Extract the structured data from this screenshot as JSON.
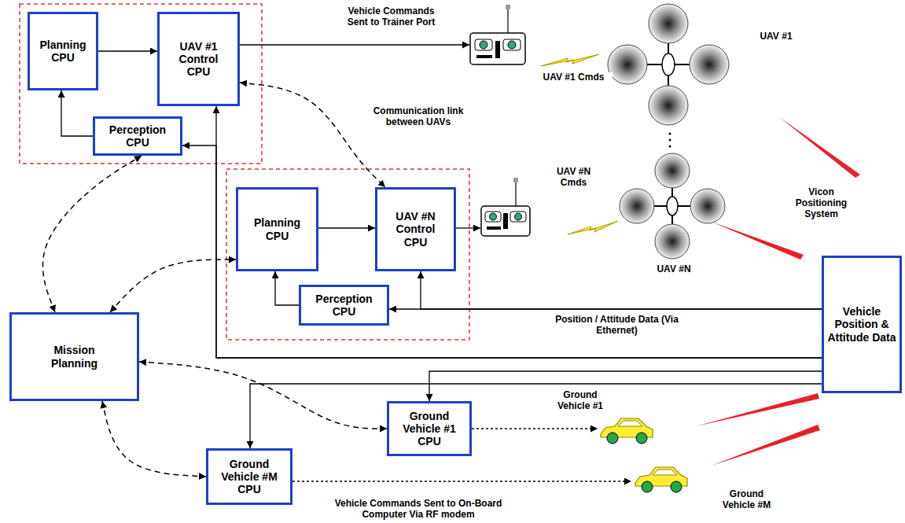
{
  "diagram": {
    "nodes": [
      {
        "text": [
          "Planning CPU"
        ]
      },
      {
        "text": [
          "UAV #1 Control CPU"
        ]
      },
      {
        "text": [
          "Perception CPU"
        ]
      },
      {
        "text": [
          "Planning CPU"
        ]
      },
      {
        "text": [
          "UAV #N Control CPU"
        ]
      },
      {
        "text": [
          "Perception CPU"
        ]
      },
      {
        "text": [
          "Mission Planning"
        ]
      },
      {
        "text": [
          "Vehicle Position & Attitude Data"
        ]
      },
      {
        "text": [
          "Ground Vehicle #1 CPU"
        ]
      },
      {
        "text": [
          "Ground Vehicle #M CPU"
        ]
      }
    ],
    "edges": [
      {
        "from": 0,
        "to": 1,
        "arrow": "to"
      },
      {
        "from": 2,
        "to": 0,
        "arrow": "to"
      },
      {
        "from": 7,
        "to": 2,
        "arrow": "to"
      },
      {
        "from": 7,
        "to": 1,
        "arrow": "to"
      },
      {
        "from": 1,
        "to": 4,
        "arrow": "both",
        "label": "Communication link between UAVs"
      },
      {
        "from": 3,
        "to": 4,
        "arrow": "to"
      },
      {
        "from": 5,
        "to": 3,
        "arrow": "to"
      },
      {
        "from": 7,
        "to": 5,
        "arrow": "to"
      },
      {
        "from": 7,
        "to": 4,
        "arrow": "to"
      },
      {
        "from": 7,
        "to": 8,
        "arrow": "to"
      },
      {
        "from": 7,
        "to": 9,
        "arrow": "to"
      },
      {
        "from": 6,
        "to": 2,
        "arrow": "both"
      },
      {
        "from": 6,
        "to": 3,
        "arrow": "both"
      },
      {
        "from": 6,
        "to": 8,
        "arrow": "both"
      },
      {
        "from": 6,
        "to": 9,
        "arrow": "both"
      }
    ],
    "labels": [
      "Vehicle Commands Sent to Trainer Port",
      "UAV #1",
      "UAV #1 Cmds",
      "UAV #N Cmds",
      "Vicon Positioning System",
      "UAV #N",
      "Position / Attitude Data (Via Ethernet)",
      "Ground Vehicle #1",
      "Vehicle Commands Sent to On-Board Computer Via RF modem",
      "Ground Vehicle #M"
    ]
  }
}
